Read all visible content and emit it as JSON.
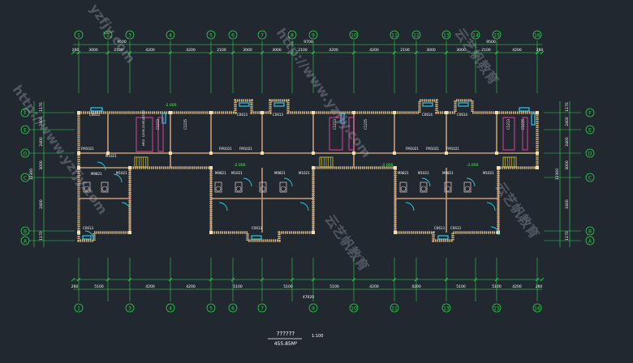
{
  "canvas": {
    "background": "#212830"
  },
  "colors": {
    "grid": "#2fd24a",
    "dim": "#3ce05a",
    "wall": "#e6c890",
    "inner_wall": "#c89a78",
    "stair": "#e0d020",
    "window": "#30c8e8",
    "door_pink": "#e040a0",
    "door_arc": "#30d0e8",
    "label": "#ffffff",
    "elev": "#40ff40",
    "watermark": "#a8b0c0"
  },
  "grid_cols": {
    "labels": [
      "1",
      "2",
      "3",
      "4",
      "5",
      "6",
      "7",
      "8",
      "9",
      "10",
      "11",
      "12",
      "13",
      "14",
      "15",
      "16"
    ],
    "bottom_labels": [
      "1",
      "3",
      "4",
      "5",
      "6",
      "7",
      "9",
      "10",
      "11",
      "13",
      "15",
      "16"
    ]
  },
  "grid_rows": {
    "labels": [
      "F",
      "E",
      "D",
      "C",
      "B",
      "A"
    ]
  },
  "dims": {
    "top_total_left": "9500",
    "top_total_mid": "9700",
    "top_total_right": "9500",
    "top_row": [
      "260",
      "3000",
      "2100",
      "4200",
      "4200",
      "2100",
      "3000",
      "3000",
      "2100",
      "4200",
      "4200",
      "2100",
      "3000",
      "3000",
      "2100",
      "4200",
      "260"
    ],
    "left_col": [
      "1170",
      "2400",
      "2400",
      "3000",
      "2400",
      "1170"
    ],
    "left_total": "12300",
    "right_col": [
      "1170",
      "2400",
      "2400",
      "3000",
      "2400",
      "1170"
    ],
    "right_total": "12300",
    "bottom_row": [
      "260",
      "5100",
      "4200",
      "4200",
      "5100",
      "5100",
      "5100",
      "4200",
      "4200",
      "5100",
      "5100",
      "4200",
      "260"
    ],
    "bottom_total": "47020"
  },
  "room_labels": {
    "windows": [
      "C0613",
      "C0613",
      "C0613",
      "C0614",
      "C0614"
    ],
    "doors": [
      "FM1021",
      "FM1021",
      "FM1021",
      "FM1021",
      "FM1021",
      "FM1021"
    ],
    "m_doors": [
      "M1021",
      "M0821",
      "M1021",
      "M0821",
      "M1021",
      "M0821",
      "M1021",
      "M0821",
      "M1021",
      "M0821",
      "M1021"
    ],
    "c_labels": [
      "C1213",
      "C1215",
      "C1213",
      "C1215",
      "C1213",
      "C1215"
    ],
    "long_label": "MS1: 1200(1200)@150",
    "bottom_windows": [
      "C0613",
      "C0613",
      "C0613",
      "C0613"
    ],
    "elevations": [
      "-2.000",
      "-2.000",
      "-2.000",
      "-2.000"
    ]
  },
  "title_block": {
    "title": "??????",
    "area": "455.85M²",
    "scale": "1:100"
  },
  "watermark": {
    "lines": [
      "http://www.yzfjy.com",
      "http://www.yzfjy.com",
      "云艺帆教育",
      "云艺帆教育",
      "yzfjy.com"
    ]
  }
}
